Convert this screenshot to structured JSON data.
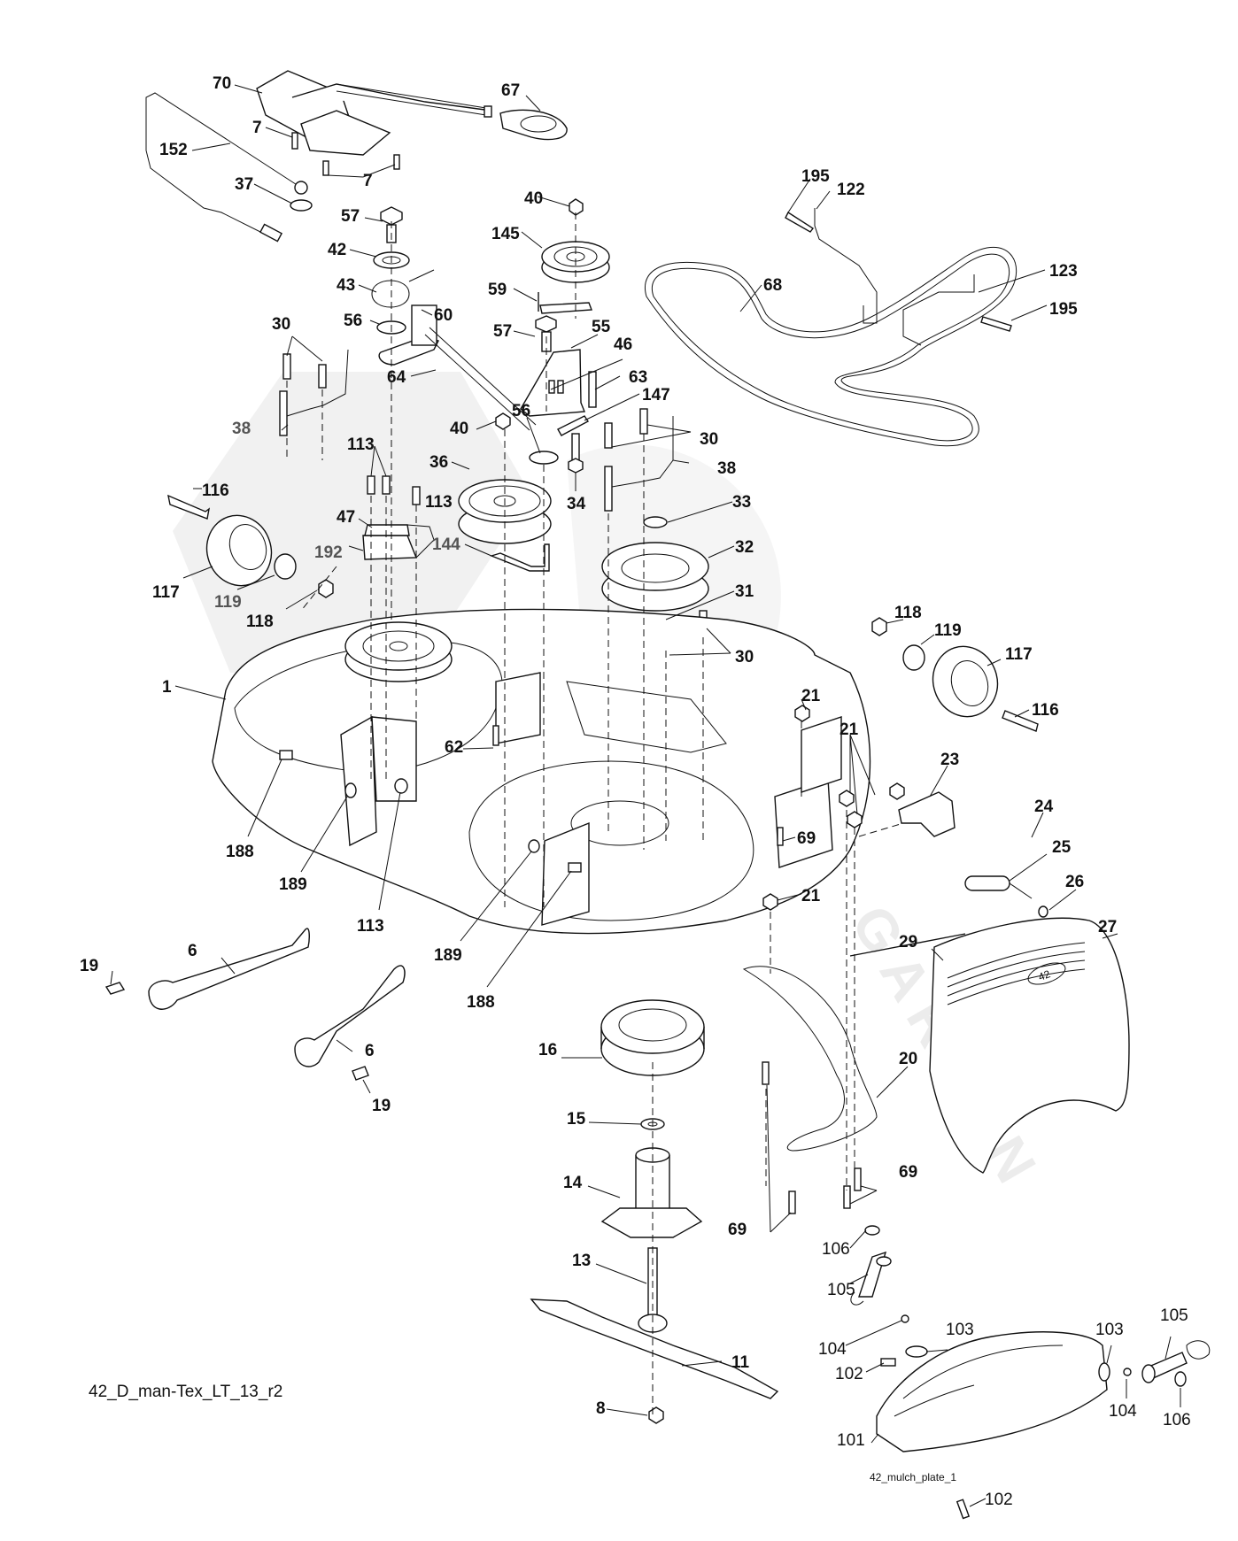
{
  "diagram": {
    "title": "42_D_man-Tex_LT_13_r2",
    "sub_caption": "42_mulch_plate_1",
    "watermark": "GARDEN",
    "deck_badge": "42"
  },
  "callouts": [
    {
      "id": "70",
      "text": "70"
    },
    {
      "id": "67",
      "text": "67"
    },
    {
      "id": "7a",
      "text": "7"
    },
    {
      "id": "7b",
      "text": "7"
    },
    {
      "id": "152",
      "text": "152"
    },
    {
      "id": "37",
      "text": "37"
    },
    {
      "id": "57a",
      "text": "57"
    },
    {
      "id": "42",
      "text": "42"
    },
    {
      "id": "43",
      "text": "43"
    },
    {
      "id": "56a",
      "text": "56"
    },
    {
      "id": "60",
      "text": "60"
    },
    {
      "id": "64",
      "text": "64"
    },
    {
      "id": "30a",
      "text": "30"
    },
    {
      "id": "38a",
      "text": "38"
    },
    {
      "id": "113a",
      "text": "113"
    },
    {
      "id": "113b",
      "text": "113"
    },
    {
      "id": "116a",
      "text": "116"
    },
    {
      "id": "47",
      "text": "47"
    },
    {
      "id": "192",
      "text": "192"
    },
    {
      "id": "117a",
      "text": "117"
    },
    {
      "id": "119a",
      "text": "119"
    },
    {
      "id": "118a",
      "text": "118"
    },
    {
      "id": "40a",
      "text": "40"
    },
    {
      "id": "145",
      "text": "145"
    },
    {
      "id": "59",
      "text": "59"
    },
    {
      "id": "57b",
      "text": "57"
    },
    {
      "id": "55",
      "text": "55"
    },
    {
      "id": "46",
      "text": "46"
    },
    {
      "id": "63",
      "text": "63"
    },
    {
      "id": "147",
      "text": "147"
    },
    {
      "id": "56b",
      "text": "56"
    },
    {
      "id": "40b",
      "text": "40"
    },
    {
      "id": "36",
      "text": "36"
    },
    {
      "id": "144",
      "text": "144"
    },
    {
      "id": "34",
      "text": "34"
    },
    {
      "id": "30b",
      "text": "30"
    },
    {
      "id": "38b",
      "text": "38"
    },
    {
      "id": "33",
      "text": "33"
    },
    {
      "id": "32",
      "text": "32"
    },
    {
      "id": "31",
      "text": "31"
    },
    {
      "id": "30c",
      "text": "30"
    },
    {
      "id": "195a",
      "text": "195"
    },
    {
      "id": "122",
      "text": "122"
    },
    {
      "id": "68",
      "text": "68"
    },
    {
      "id": "123",
      "text": "123"
    },
    {
      "id": "195b",
      "text": "195"
    },
    {
      "id": "118b",
      "text": "118"
    },
    {
      "id": "119b",
      "text": "119"
    },
    {
      "id": "117b",
      "text": "117"
    },
    {
      "id": "116b",
      "text": "116"
    },
    {
      "id": "1",
      "text": "1"
    },
    {
      "id": "62",
      "text": "62"
    },
    {
      "id": "188a",
      "text": "188"
    },
    {
      "id": "189a",
      "text": "189"
    },
    {
      "id": "113c",
      "text": "113"
    },
    {
      "id": "189b",
      "text": "189"
    },
    {
      "id": "188b",
      "text": "188"
    },
    {
      "id": "21a",
      "text": "21"
    },
    {
      "id": "21b",
      "text": "21"
    },
    {
      "id": "23",
      "text": "23"
    },
    {
      "id": "69a",
      "text": "69"
    },
    {
      "id": "24",
      "text": "24"
    },
    {
      "id": "25",
      "text": "25"
    },
    {
      "id": "21c",
      "text": "21"
    },
    {
      "id": "26",
      "text": "26"
    },
    {
      "id": "27",
      "text": "27"
    },
    {
      "id": "29",
      "text": "29"
    },
    {
      "id": "6a",
      "text": "6"
    },
    {
      "id": "19a",
      "text": "19"
    },
    {
      "id": "6b",
      "text": "6"
    },
    {
      "id": "19b",
      "text": "19"
    },
    {
      "id": "16",
      "text": "16"
    },
    {
      "id": "15",
      "text": "15"
    },
    {
      "id": "14",
      "text": "14"
    },
    {
      "id": "13",
      "text": "13"
    },
    {
      "id": "11",
      "text": "11"
    },
    {
      "id": "8",
      "text": "8"
    },
    {
      "id": "20",
      "text": "20"
    },
    {
      "id": "69b",
      "text": "69"
    },
    {
      "id": "69c",
      "text": "69"
    },
    {
      "id": "106a",
      "text": "106"
    },
    {
      "id": "105a",
      "text": "105"
    },
    {
      "id": "104a",
      "text": "104"
    },
    {
      "id": "103a",
      "text": "103"
    },
    {
      "id": "102a",
      "text": "102"
    },
    {
      "id": "101",
      "text": "101"
    },
    {
      "id": "103b",
      "text": "103"
    },
    {
      "id": "105b",
      "text": "105"
    },
    {
      "id": "104b",
      "text": "104"
    },
    {
      "id": "106b",
      "text": "106"
    },
    {
      "id": "102b",
      "text": "102"
    }
  ]
}
